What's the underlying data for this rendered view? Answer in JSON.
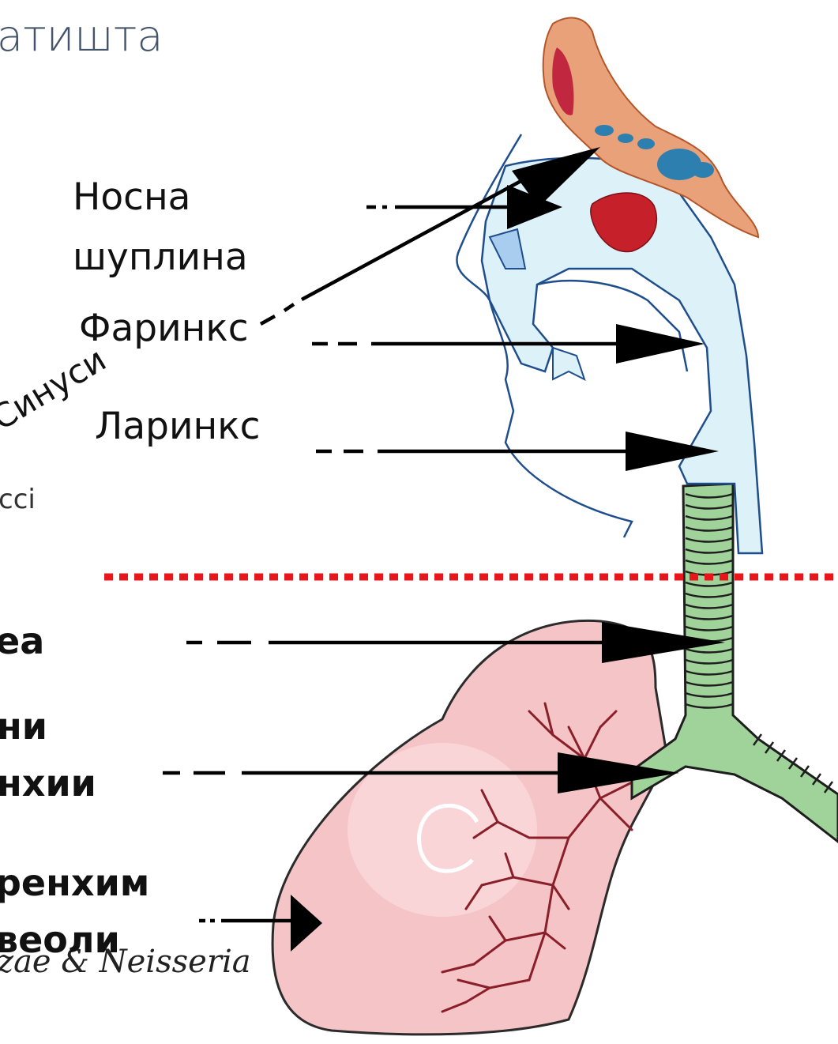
{
  "title": "атишта",
  "labels": {
    "nasal_line1": "Носна",
    "nasal_line2": "шуплина",
    "pharynx": "Фаринкс",
    "larynx": "Ларинкс",
    "sinus": "Синуси",
    "cci_fragment": "cci",
    "trachea_fragment": "ea",
    "main_bronchi_line1": "ни",
    "main_bronchi_line2": "нхии",
    "parenchyma_line1": "ренхим",
    "parenchyma_line2": "вeoли",
    "neisseria_fragment": "zae & Neisseria"
  },
  "colors": {
    "divider": "#e8161b",
    "airway_upper": "#dcf1f8",
    "trachea": "#9fd39a",
    "lung": "#f5c4c6",
    "bronchiole_lines": "#8a1f2a",
    "sinus_bone": "#e8a178",
    "sinus_cavity": "#2d7fb0",
    "nasal_red": "#c6202b",
    "arrow": "#000000",
    "title_text": "#44546a"
  }
}
